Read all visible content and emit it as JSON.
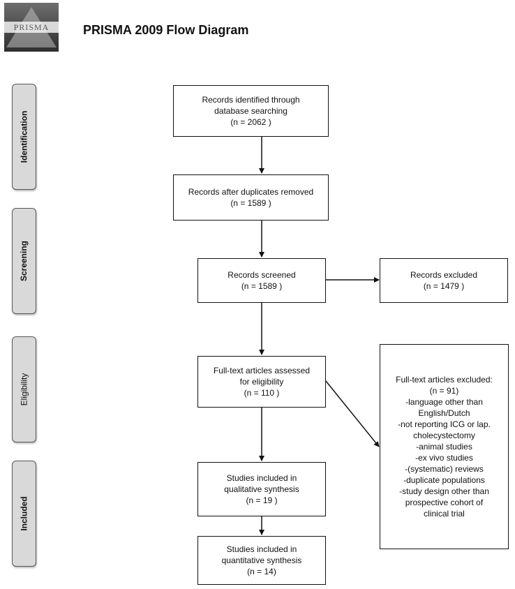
{
  "logo": {
    "text": "PRISMA"
  },
  "title": "PRISMA 2009 Flow Diagram",
  "stages": {
    "identification": "Identification",
    "screening": "Screening",
    "eligibility": "Eligibility",
    "included": "Included"
  },
  "boxes": {
    "identified": {
      "lines": [
        "Records identified through",
        "database searching",
        "(n = 2062  )"
      ]
    },
    "after_duplicates": {
      "lines": [
        "Records after duplicates removed",
        "(n = 1589 )"
      ]
    },
    "screened": {
      "lines": [
        "Records screened",
        "(n = 1589 )"
      ]
    },
    "excluded": {
      "lines": [
        "Records excluded",
        "(n = 1479 )"
      ]
    },
    "fulltext_assessed": {
      "lines": [
        "Full-text articles assessed",
        "for eligibility",
        "(n = 110 )"
      ]
    },
    "fulltext_excluded": {
      "lines": [
        "Full-text articles excluded:",
        "(n = 91)",
        "-language other than",
        "English/Dutch",
        "-not reporting ICG or lap.",
        "cholecystectomy",
        "-animal studies",
        "-ex vivo studies",
        "-(systematic) reviews",
        "-duplicate populations",
        "-study design other than",
        "prospective cohort of",
        "clinical trial"
      ]
    },
    "qualitative": {
      "lines": [
        "Studies included in",
        "qualitative synthesis",
        "(n = 19 )"
      ]
    },
    "quantitative": {
      "lines": [
        "Studies included in",
        "quantitative synthesis",
        "(n = 14)"
      ]
    }
  }
}
